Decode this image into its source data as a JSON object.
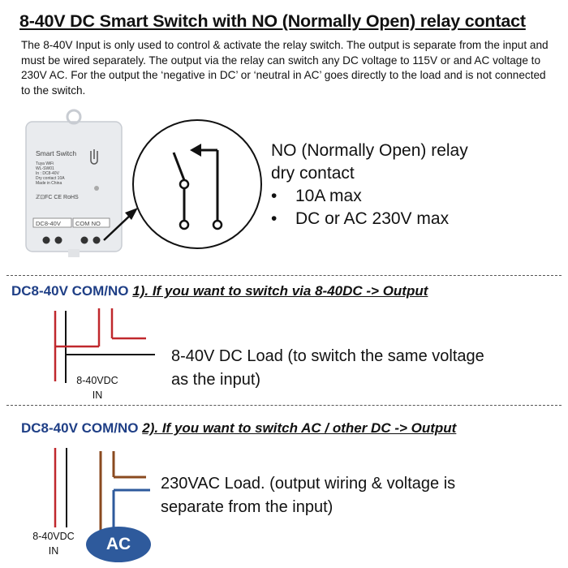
{
  "header": {
    "title": "8-40V DC Smart Switch with NO (Normally Open) relay contact",
    "intro": "The 8-40V Input is only used to control & activate the relay switch. The output is separate from the input and must be wired separately. The output via the relay can switch any DC voltage to 115V or and AC voltage to 230V AC. For the output the ‘negative in DC’ or ‘neutral in AC’ goes directly to the load and is not connected to the switch."
  },
  "device": {
    "name": "Smart Switch",
    "spec_lines": [
      "Tuya WiFi",
      "WL-SW01",
      "In : DC8-40V",
      "Dry contact 10A",
      "Made in China"
    ],
    "marks": "ℤ⊡FC CE RoHS",
    "port_input": "DC8-40V",
    "port_output": "COM  NO"
  },
  "relay": {
    "title": "NO (Normally Open) relay",
    "subtitle": "dry contact",
    "specs": [
      "10A max",
      "DC or AC 230V max"
    ],
    "bullet": "•"
  },
  "section1": {
    "label": "DC8-40V  COM/NO",
    "question": "1). If you want to switch via 8-40DC -> Output",
    "load_line1": "8-40V DC Load (to switch the same voltage",
    "load_line2": "as the input)",
    "input_label": "8-40VDC",
    "input_sub": "IN"
  },
  "section2": {
    "label": "DC8-40V  COM/NO",
    "question": "2). If you want to switch AC / other DC -> Output",
    "load_line1": "230VAC Load. (output wiring & voltage is",
    "load_line2": "separate from the input)",
    "input_label": "8-40VDC",
    "input_sub": "IN",
    "ac_badge": "AC"
  },
  "colors": {
    "wire_red": "#c0282d",
    "wire_brown": "#8a4a1f",
    "wire_blue": "#2e5a9c",
    "heading_blue": "#1f3f86"
  }
}
